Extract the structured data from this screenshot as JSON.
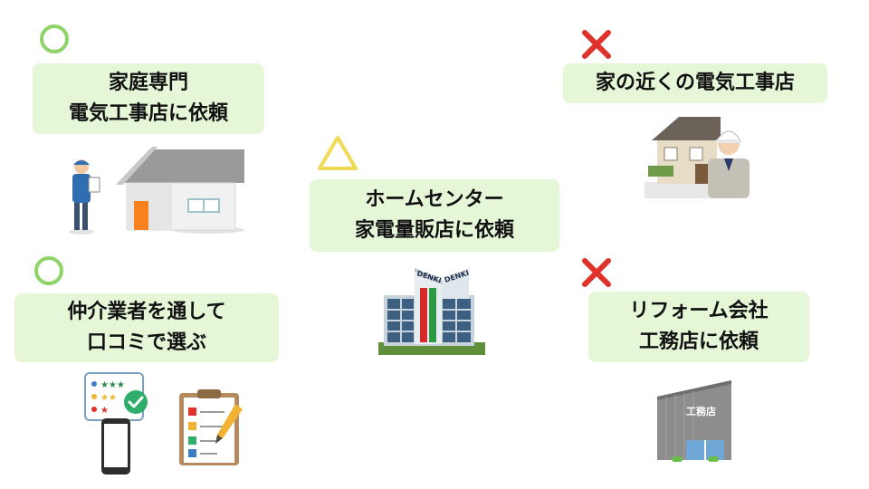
{
  "options": [
    {
      "id": "specialist",
      "mark": "circle",
      "line1": "家庭専門",
      "line2": "電気工事店に依頼"
    },
    {
      "id": "home_center",
      "mark": "triangle",
      "line1": "ホームセンター",
      "line2": "家電量販店に依頼",
      "building_sign_left": "DENKI",
      "building_sign_right": "DENKI"
    },
    {
      "id": "nearby",
      "mark": "cross",
      "line1": "家の近くの電気工事店"
    },
    {
      "id": "referral",
      "mark": "circle",
      "line1": "仲介業者を通して",
      "line2": "口コミで選ぶ",
      "rating_stars": [
        "★★★",
        "★★",
        "★"
      ]
    },
    {
      "id": "reform",
      "mark": "cross",
      "line1": "リフォーム会社",
      "line2": "工務店に依頼",
      "building_sign": "工務店"
    }
  ],
  "colors": {
    "label_bg": "#e6f7d8",
    "circle_mark": "#8fd468",
    "triangle_mark": "#f0da55",
    "cross_mark": "#e0312b"
  }
}
